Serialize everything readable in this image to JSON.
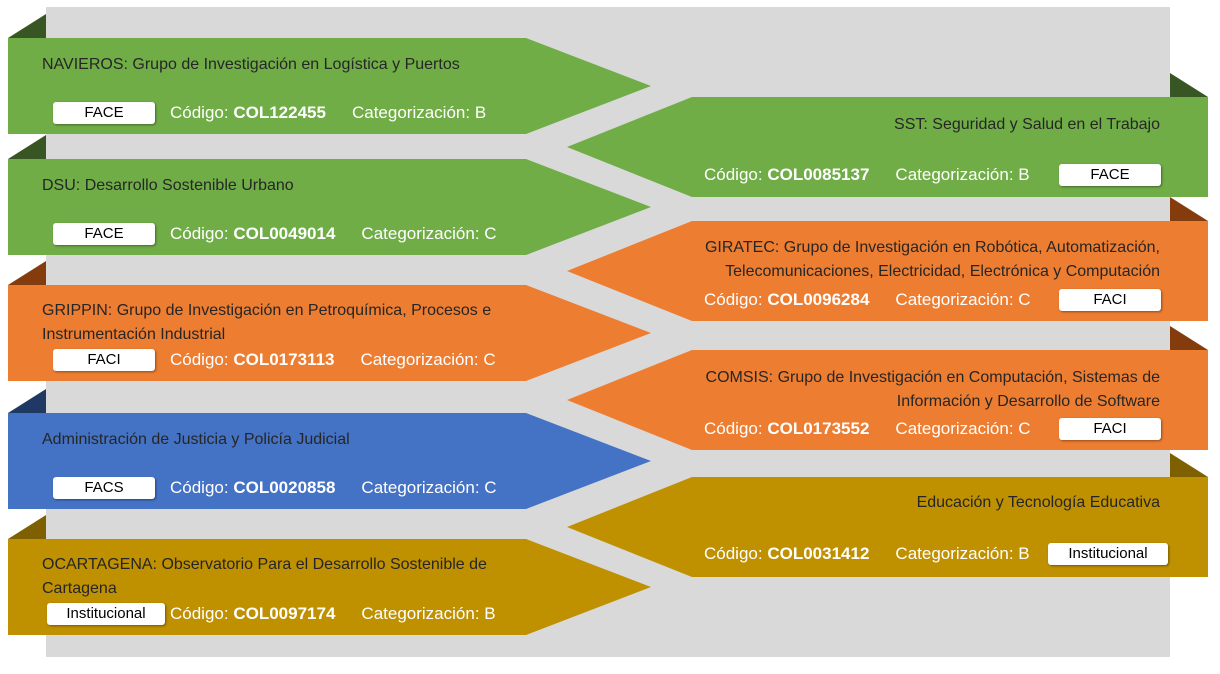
{
  "colors": {
    "green": "#70ad47",
    "green_dark": "#375623",
    "orange": "#ed7d31",
    "orange_dark": "#843c0c",
    "blue": "#4472c4",
    "blue_dark": "#1f3864",
    "gold": "#bf9000",
    "gold_dark": "#7f6000",
    "background": "#d9d9d9"
  },
  "labels": {
    "codigo": "Código:",
    "categorizacion": "Categorización:"
  },
  "left_groups": [
    {
      "acronym": "NAVIEROS:",
      "name": "Grupo de Investigación en Logística y Puertos",
      "faculty": "FACE",
      "code": "COL122455",
      "category": "B",
      "color": "green"
    },
    {
      "acronym": "DSU:",
      "name": "Desarrollo Sostenible Urbano",
      "faculty": "FACE",
      "code": "COL0049014",
      "category": "C",
      "color": "green"
    },
    {
      "acronym": "GRIPPIN:",
      "name": "Grupo de Investigación en Petroquímica, Procesos e Instrumentación Industrial",
      "faculty": "FACI",
      "code": "COL0173113",
      "category": "C",
      "color": "orange"
    },
    {
      "acronym": "",
      "name": "Administración de Justicia y Policía Judicial",
      "faculty": "FACS",
      "code": "COL0020858",
      "category": "C",
      "color": "blue"
    },
    {
      "acronym": "OCARTAGENA:",
      "name": "Observatorio Para el Desarrollo Sostenible de Cartagena",
      "faculty": "Institucional",
      "code": "COL0097174",
      "category": "B",
      "color": "gold"
    }
  ],
  "right_groups": [
    {
      "acronym": "SST:",
      "name": "Seguridad y Salud en el Trabajo",
      "faculty": "FACE",
      "code": "COL0085137",
      "category": "B",
      "color": "green"
    },
    {
      "acronym": "GIRATEC:",
      "name": "Grupo de Investigación en Robótica, Automatización, Telecomunicaciones, Electricidad, Electrónica y Computación",
      "faculty": "FACI",
      "code": "COL0096284",
      "category": "C",
      "color": "orange"
    },
    {
      "acronym": "COMSIS:",
      "name": "Grupo de Investigación en Computación, Sistemas de Información y Desarrollo de Software",
      "faculty": "FACI",
      "code": "COL0173552",
      "category": "C",
      "color": "orange"
    },
    {
      "acronym": "",
      "name": "Educación y Tecnología Educativa",
      "faculty": "Institucional",
      "code": "COL0031412",
      "category": "B",
      "color": "gold"
    }
  ]
}
